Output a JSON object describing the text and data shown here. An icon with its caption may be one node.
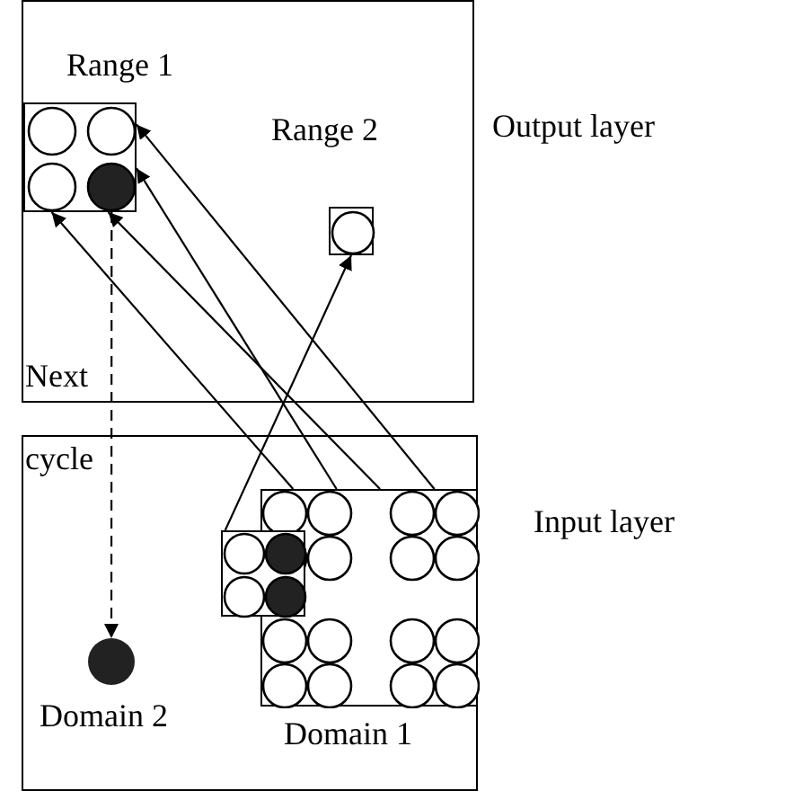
{
  "diagram": {
    "nodes": [
      {
        "text": [],
        "shape": "box",
        "beside": [
          "Output layer"
        ]
      },
      {
        "text": [
          "Range 1"
        ],
        "in": 0
      },
      {
        "text": [
          "Range 2"
        ],
        "in": 0
      },
      {
        "text": [],
        "shape": "box",
        "beside": [
          "Input layer"
        ]
      },
      {
        "text": [
          "Domain 1"
        ],
        "in": 3
      },
      {
        "text": [],
        "shape": "box",
        "in": 3
      },
      {
        "text": [
          "Domain 2"
        ],
        "in": 3
      }
    ],
    "edges": [
      {
        "from": 4,
        "to": 1,
        "arrow": "to"
      },
      {
        "from": 4,
        "to": 1,
        "arrow": "to"
      },
      {
        "from": 4,
        "to": 1,
        "arrow": "to"
      },
      {
        "from": 4,
        "to": 1,
        "arrow": "to"
      },
      {
        "from": 5,
        "to": 2,
        "arrow": "to"
      },
      {
        "from": 1,
        "to": 6,
        "arrow": "to",
        "style": "dashed",
        "label": "Next cycle"
      }
    ]
  }
}
